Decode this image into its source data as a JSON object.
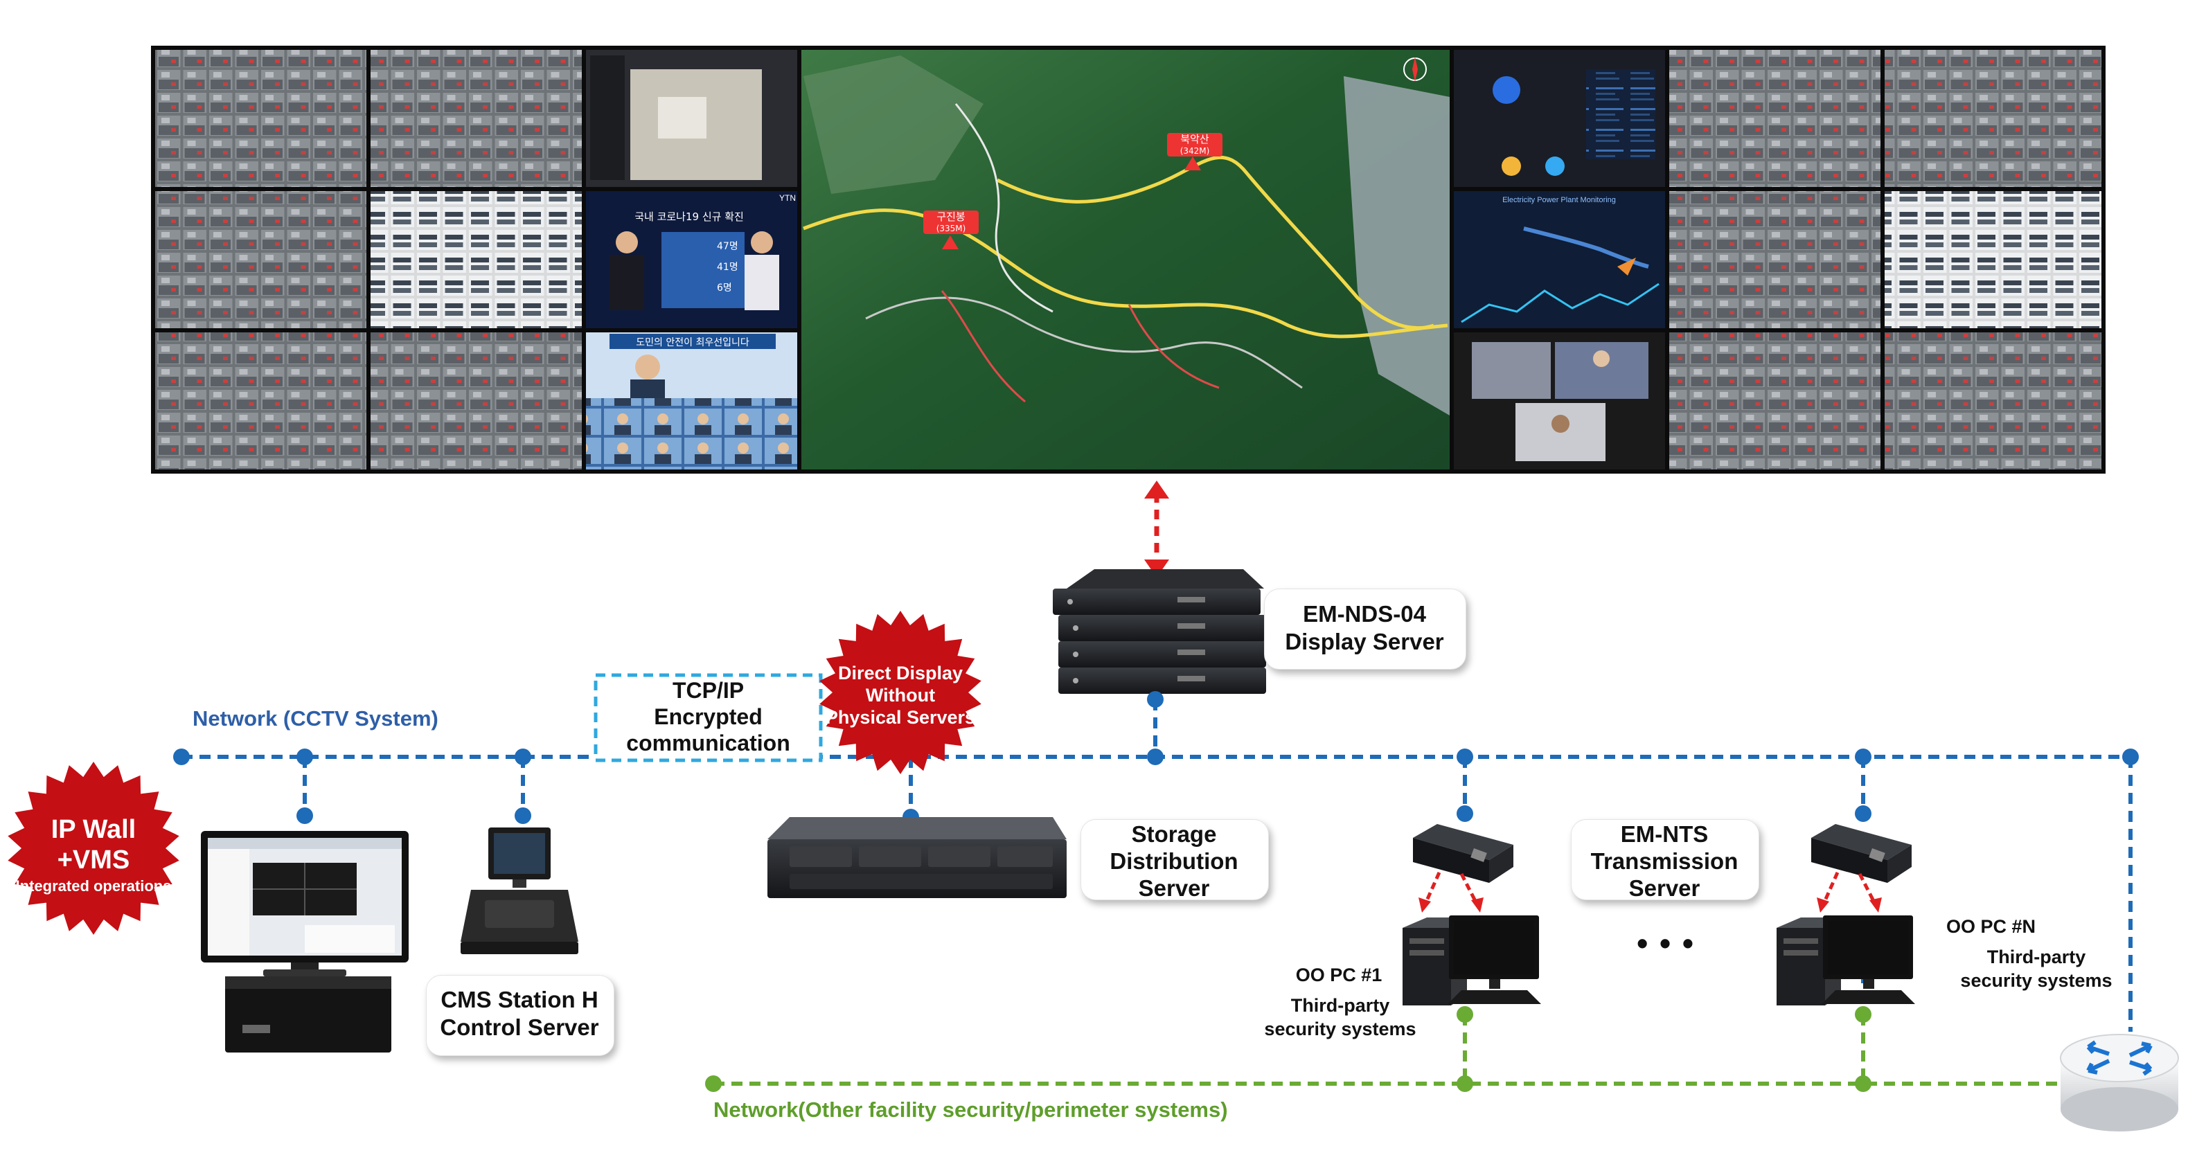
{
  "colors": {
    "cctv_network": "#1e6bb8",
    "facility_network": "#6aab34",
    "link_red": "#e02020",
    "burst_red": "#c40f14",
    "tcp_box": "#2fa8e0"
  },
  "labels": {
    "display_server_model": "EM-NDS-04",
    "display_server_role": "Display Server",
    "network_cctv": "Network (CCTV System)",
    "tcp_line1": "TCP/IP",
    "tcp_line2": "Encrypted",
    "tcp_line3": "communication",
    "burst_direct_1": "Direct Display",
    "burst_direct_2": "Without",
    "burst_direct_3": "Physical Servers",
    "burst_ipwall_1": "IP Wall",
    "burst_ipwall_2": "+VMS",
    "burst_ipwall_3": "Integrated operations",
    "storage_1": "Storage",
    "storage_2": "Distribution",
    "storage_3": "Server",
    "nts_1": "EM-NTS",
    "nts_2": "Transmission",
    "nts_3": "Server",
    "cms_1": "CMS Station H",
    "cms_2": "Control Server",
    "pc1_name": "OO PC #1",
    "pc1_desc1": "Third-party",
    "pc1_desc2": "security systems",
    "pcn_name": "OO PC #N",
    "pcn_desc1": "Third-party",
    "pcn_desc2": "security systems",
    "ellipsis": "• • •",
    "network_facility": "Network(Other facility security/perimeter systems)"
  },
  "map_labels": {
    "peak_main_name": "북악산",
    "peak_main_height": "(342M)",
    "peak_left_name": "구진봉",
    "peak_left_height": "(335M)"
  },
  "screens": {
    "news_headline": "국내 코로나19 신규 확진",
    "news_stats": [
      "47명",
      "41명",
      "6명"
    ],
    "news_channel": "YTN",
    "briefing_banner": "도민의 안전이 최우선입니다",
    "dashboard_title": "Electricity Power Plant Monitoring"
  }
}
